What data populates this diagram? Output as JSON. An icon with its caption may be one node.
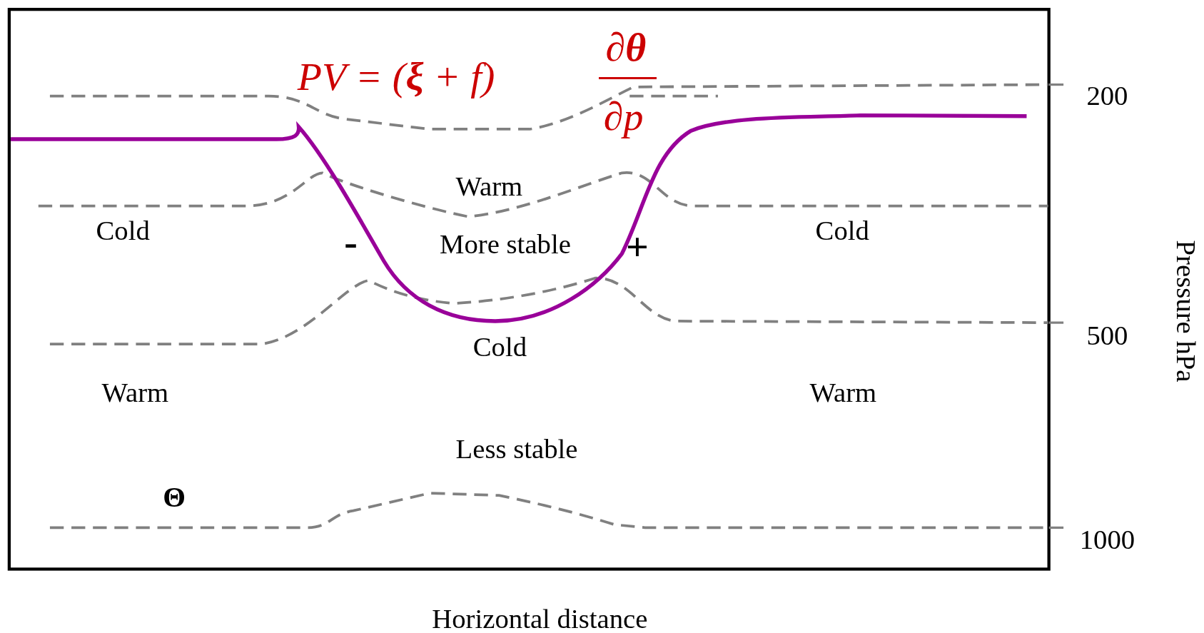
{
  "diagram": {
    "labels": [
      "PV = (**ξ** + f)",
      "∂**θ**",
      "200",
      "∂p",
      "Warm",
      "Cold",
      "-",
      "More stable",
      "+",
      "Cold",
      "Pressure hPa",
      "500",
      "Cold",
      "Warm",
      "Warm",
      "Less stable",
      "Θ",
      "1000",
      "Horizontal distance"
    ]
  }
}
